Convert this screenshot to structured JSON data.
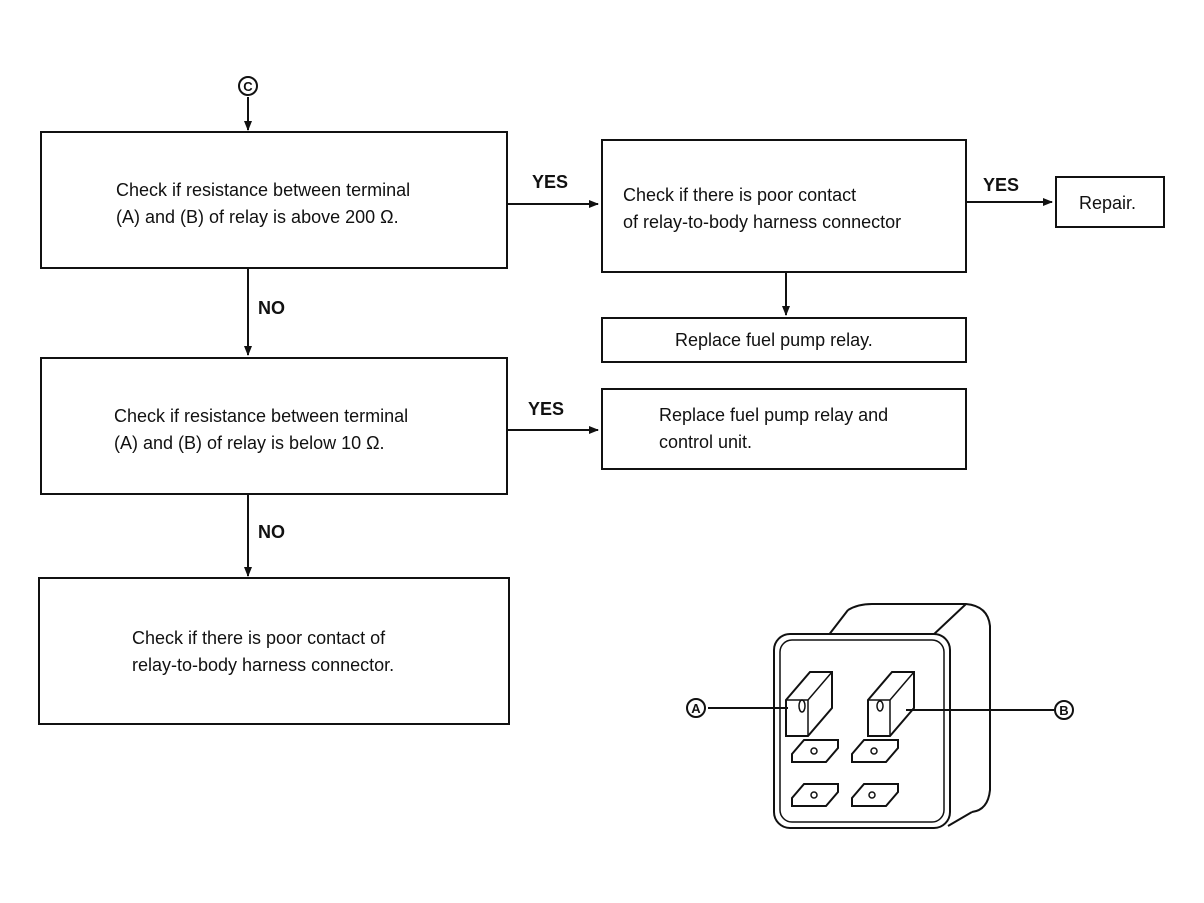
{
  "start_connector": "C",
  "boxes": {
    "check_above": [
      "Check if resistance between terminal",
      "(A) and (B) of relay is above 200 Ω."
    ],
    "check_contact_top": [
      "Check if there is poor contact",
      "of relay-to-body harness connector"
    ],
    "repair": "Repair.",
    "replace_relay": "Replace fuel pump relay.",
    "check_below": [
      "Check if resistance between terminal",
      "(A) and (B) of relay is below 10 Ω."
    ],
    "replace_relay_unit": [
      "Replace fuel pump relay and",
      "control unit."
    ],
    "check_contact_bottom": [
      "Check if there is poor contact of",
      "relay-to-body harness connector."
    ]
  },
  "branch_labels": {
    "yes1": "YES",
    "yes2": "YES",
    "yes3": "YES",
    "no1": "NO",
    "no2": "NO"
  },
  "relay": {
    "terminal_a": "A",
    "terminal_b": "B"
  }
}
